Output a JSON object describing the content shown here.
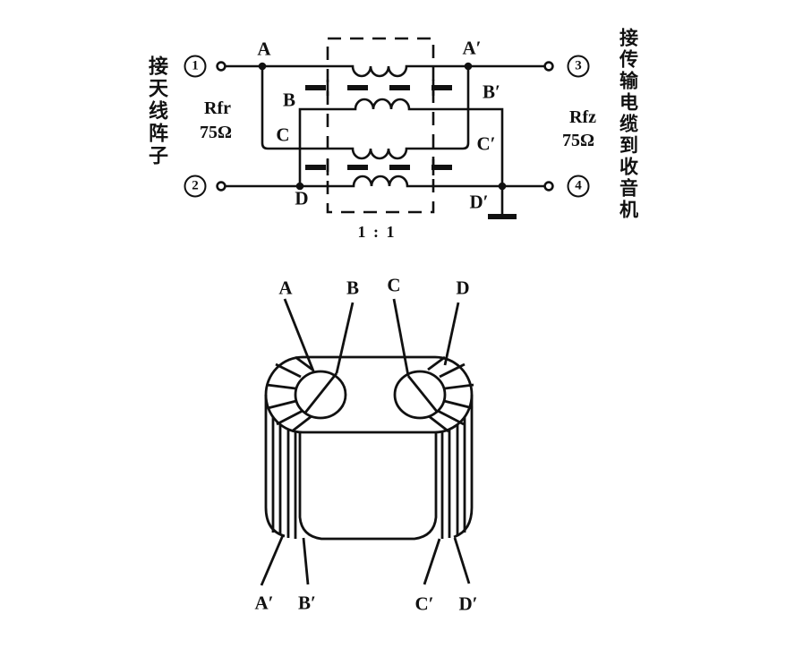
{
  "colors": {
    "ink": "#111111",
    "paper": "#ffffff"
  },
  "schematic": {
    "left_caption": "接天线阵子",
    "right_caption": "接传输电缆到收音机",
    "left_impedance_name": "Rfr",
    "left_impedance_value": "75Ω",
    "right_impedance_name": "Rfz",
    "right_impedance_value": "75Ω",
    "turns_ratio": "1 : 1",
    "terminals": {
      "t1": "1",
      "t2": "2",
      "t3": "3",
      "t4": "4"
    },
    "nodes": {
      "A": "A",
      "B": "B",
      "C": "C",
      "D": "D",
      "Ap": "A′",
      "Bp": "B′",
      "Cp": "C′",
      "Dp": "D′"
    }
  },
  "core_view": {
    "leads_top": {
      "A": "A",
      "B": "B",
      "C": "C",
      "D": "D"
    },
    "leads_bottom": {
      "Ap": "A′",
      "Bp": "B′",
      "Cp": "C′",
      "Dp": "D′"
    }
  }
}
